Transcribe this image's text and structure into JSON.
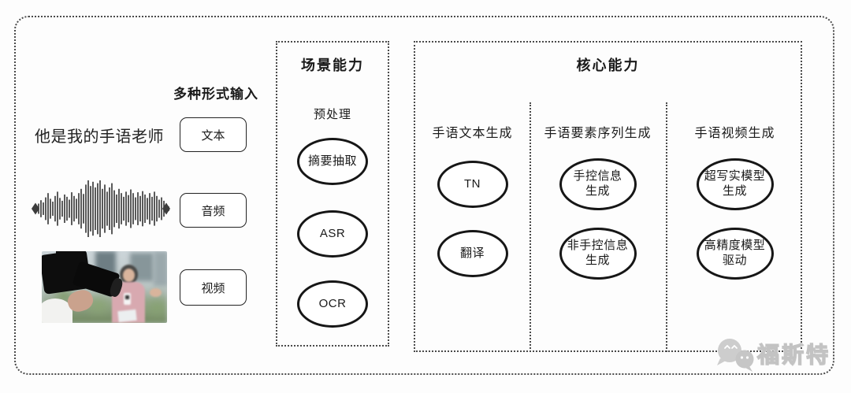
{
  "input": {
    "header": "多种形式输入",
    "text_sample": "他是我的手语老师",
    "boxes": [
      {
        "label": "文本"
      },
      {
        "label": "音频"
      },
      {
        "label": "视频"
      }
    ],
    "icons": {
      "audio": "audio-waveform-icon",
      "video": "video-thumbnail"
    },
    "waveform_heights": [
      0.08,
      0.18,
      0.3,
      0.22,
      0.4,
      0.55,
      0.35,
      0.25,
      0.45,
      0.6,
      0.38,
      0.28,
      0.5,
      0.42,
      0.32,
      0.58,
      0.45,
      0.35,
      0.55,
      0.7,
      0.52,
      0.85,
      1.0,
      0.8,
      0.95,
      0.75,
      0.9,
      1.0,
      0.7,
      0.85,
      0.6,
      0.75,
      0.9,
      0.65,
      0.5,
      0.7,
      0.55,
      0.42,
      0.6,
      0.48,
      0.68,
      0.55,
      0.4,
      0.58,
      0.45,
      0.62,
      0.5,
      0.38,
      0.55,
      0.42,
      0.6,
      0.45,
      0.32,
      0.4,
      0.28,
      0.18,
      0.08
    ]
  },
  "scene": {
    "title": "场景能力",
    "subtitle": "预处理",
    "nodes": [
      {
        "lines": [
          "摘要抽取"
        ]
      },
      {
        "lines": [
          "ASR"
        ]
      },
      {
        "lines": [
          "OCR"
        ]
      }
    ]
  },
  "core": {
    "title": "核心能力",
    "columns": [
      {
        "header": "手语文本生成",
        "nodes": [
          {
            "lines": [
              "TN"
            ]
          },
          {
            "lines": [
              "翻译"
            ]
          }
        ]
      },
      {
        "header": "手语要素序列生成",
        "nodes": [
          {
            "lines": [
              "手控信息",
              "生成"
            ]
          },
          {
            "lines": [
              "非手控信息",
              "生成"
            ]
          }
        ]
      },
      {
        "header": "手语视频生成",
        "nodes": [
          {
            "lines": [
              "超写实模型",
              "生成"
            ]
          },
          {
            "lines": [
              "高精度模型",
              "驱动"
            ]
          }
        ]
      }
    ]
  },
  "watermark": {
    "text": "福斯特",
    "icon": "chat-bubbles-icon"
  },
  "colors": {
    "border_dotted": "#4a4a4a",
    "node_stroke": "#161616",
    "io_box_border": "#222222",
    "waveform": "#3d3d3d",
    "watermark": "#c3c3c3"
  }
}
